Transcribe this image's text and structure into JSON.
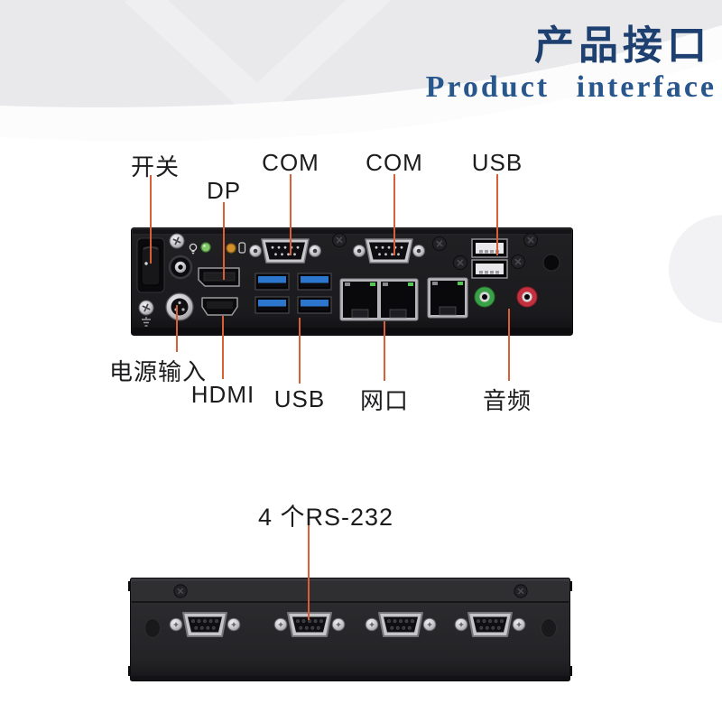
{
  "header": {
    "title_cn": "产品接口",
    "title_en": "Product interface"
  },
  "top_diagram": {
    "labels_above": [
      {
        "text": "开关"
      },
      {
        "text": "DP"
      },
      {
        "text": "COM"
      },
      {
        "text": "COM"
      },
      {
        "text": "USB"
      }
    ],
    "labels_below": [
      {
        "text": "电源输入"
      },
      {
        "text": "HDMI"
      },
      {
        "text": "USB"
      },
      {
        "text": "网口"
      },
      {
        "text": "音频"
      }
    ]
  },
  "bottom_diagram": {
    "label": "4 个RS-232",
    "port_count": 4
  },
  "icons": [
    {
      "name": "power-led-icon"
    },
    {
      "name": "hdd-led-icon"
    },
    {
      "name": "ground-symbol-icon"
    }
  ],
  "colors": {
    "title_cn": "#1e4070",
    "title_en": "#27578c",
    "leader_line": "#d95f38",
    "label_text": "#1c1c1e",
    "background_gray": "#e9e9eb",
    "panel_dark": "#1d1d1f",
    "usb3_blue": "#2c77cd",
    "lan_led_green": "#55c653",
    "audio_out_green": "#3aa246",
    "mic_red": "#c5303e"
  }
}
